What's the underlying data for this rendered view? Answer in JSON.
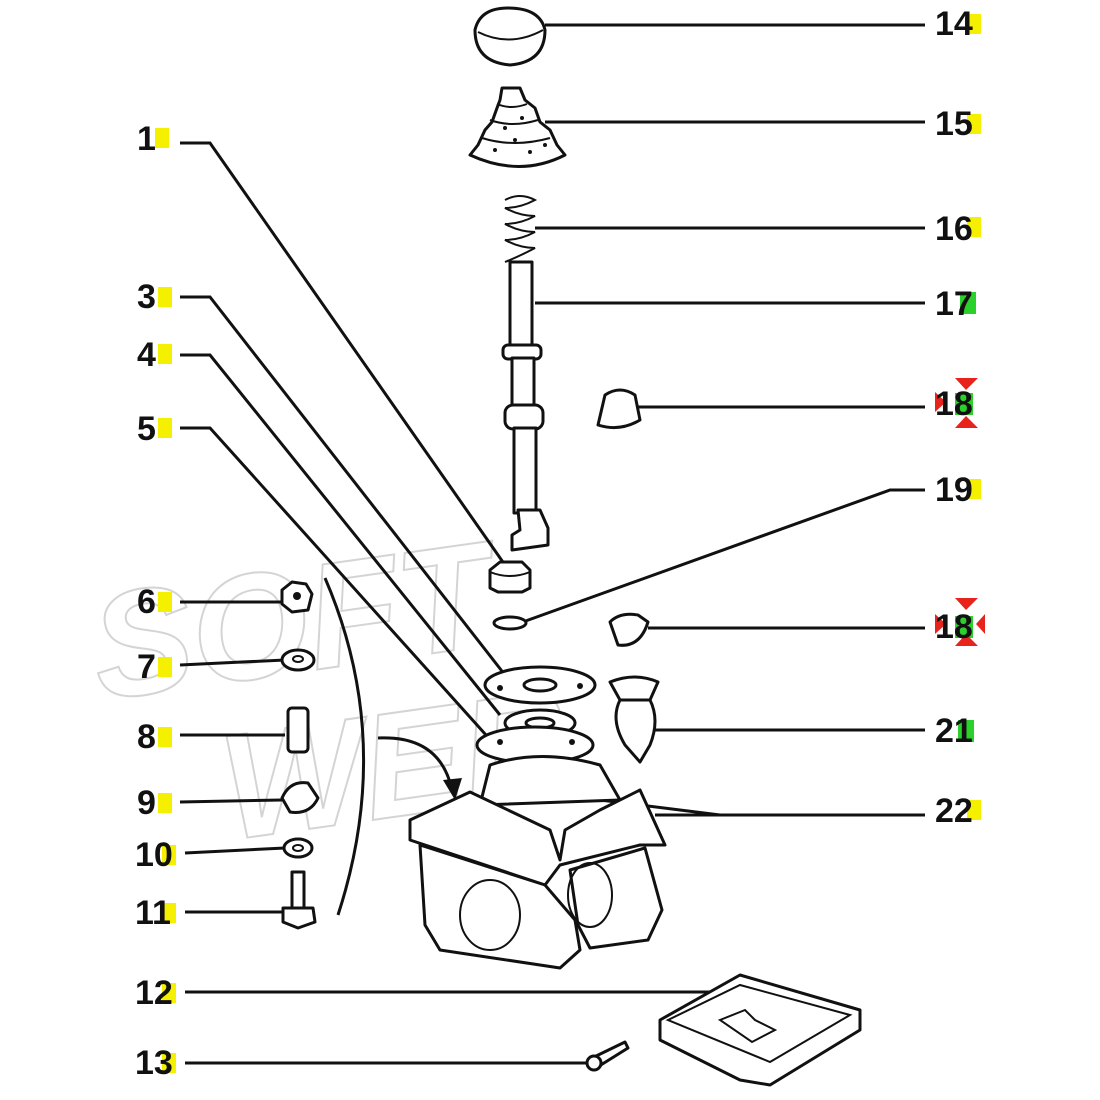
{
  "watermark": {
    "line1": "SOFT",
    "line2": "WEB"
  },
  "colors": {
    "highlight_yellow": "#f5f000",
    "highlight_green": "#2bd12b",
    "marker_red": "#e8231b",
    "ink": "#111111"
  },
  "labels": [
    {
      "id": "1",
      "text": "1",
      "highlight": "yellow"
    },
    {
      "id": "3",
      "text": "3",
      "highlight": "yellow"
    },
    {
      "id": "4",
      "text": "4",
      "highlight": "yellow"
    },
    {
      "id": "5",
      "text": "5",
      "highlight": "yellow"
    },
    {
      "id": "6",
      "text": "6",
      "highlight": "yellow"
    },
    {
      "id": "7",
      "text": "7",
      "highlight": "yellow"
    },
    {
      "id": "8",
      "text": "8",
      "highlight": "yellow"
    },
    {
      "id": "9",
      "text": "9",
      "highlight": "yellow"
    },
    {
      "id": "10",
      "text": "10",
      "highlight": "yellow"
    },
    {
      "id": "11",
      "text": "11",
      "highlight": "yellow"
    },
    {
      "id": "12",
      "text": "12",
      "highlight": "yellow"
    },
    {
      "id": "13",
      "text": "13",
      "highlight": "yellow"
    },
    {
      "id": "14",
      "text": "14",
      "highlight": "yellow"
    },
    {
      "id": "15",
      "text": "15",
      "highlight": "yellow"
    },
    {
      "id": "16",
      "text": "16",
      "highlight": "yellow"
    },
    {
      "id": "17",
      "text": "17",
      "highlight": "green"
    },
    {
      "id": "18a",
      "text": "18",
      "highlight": "green",
      "marked": true
    },
    {
      "id": "19",
      "text": "19",
      "highlight": "yellow"
    },
    {
      "id": "18b",
      "text": "18",
      "highlight": "green",
      "marked": true
    },
    {
      "id": "21",
      "text": "21",
      "highlight": "green"
    },
    {
      "id": "22",
      "text": "22",
      "highlight": "yellow"
    }
  ]
}
